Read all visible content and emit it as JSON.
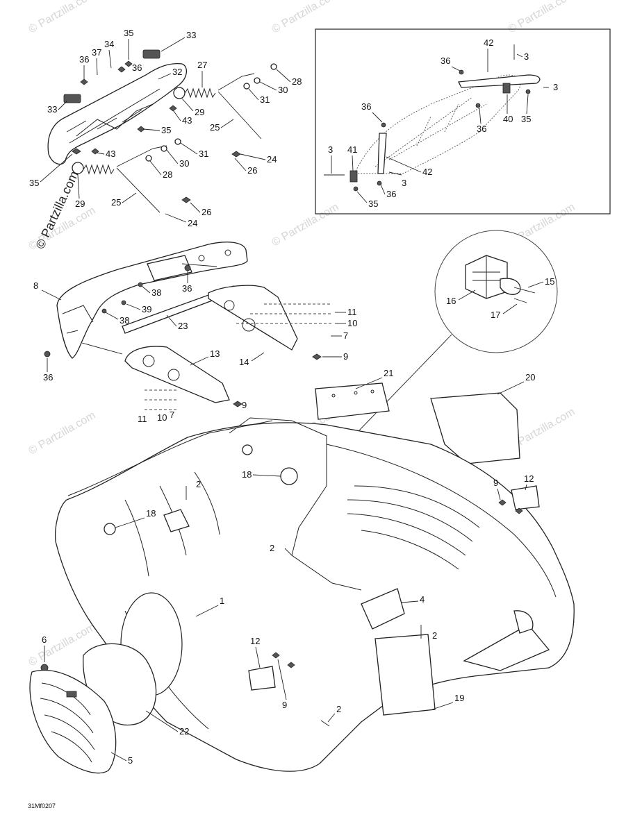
{
  "watermark": {
    "text": "© Partzilla.com",
    "vertical_text": "© Partzilla.com"
  },
  "diagram_code": "31Mf0207",
  "callouts": {
    "c1": "1",
    "c2a": "2",
    "c2b": "2",
    "c2c": "2",
    "c2d": "2",
    "c3a": "3",
    "c3b": "3",
    "c3c": "3",
    "c3d": "3",
    "c4": "4",
    "c5": "5",
    "c6": "6",
    "c7a": "7",
    "c7b": "7",
    "c8": "8",
    "c9a": "9",
    "c9b": "9",
    "c9c": "9",
    "c9d": "9",
    "c10a": "10",
    "c10b": "10",
    "c11a": "11",
    "c11b": "11",
    "c12a": "12",
    "c12b": "12",
    "c13": "13",
    "c14": "14",
    "c15": "15",
    "c16": "16",
    "c17": "17",
    "c18a": "18",
    "c18b": "18",
    "c19": "19",
    "c20": "20",
    "c21": "21",
    "c22": "22",
    "c23": "23",
    "c24a": "24",
    "c24b": "24",
    "c25a": "25",
    "c25b": "25",
    "c26a": "26",
    "c26b": "26",
    "c27": "27",
    "c28a": "28",
    "c28b": "28",
    "c29a": "29",
    "c29b": "29",
    "c30a": "30",
    "c30b": "30",
    "c31a": "31",
    "c31b": "31",
    "c32": "32",
    "c33a": "33",
    "c33b": "33",
    "c34": "34",
    "c35a": "35",
    "c35b": "35",
    "c35c": "35",
    "c35d": "35",
    "c35e": "35",
    "c36a": "36",
    "c36b": "36",
    "c36c": "36",
    "c36d": "36",
    "c36e": "36",
    "c36f": "36",
    "c36g": "36",
    "c36h": "36",
    "c37": "37",
    "c38a": "38",
    "c38b": "38",
    "c39": "39",
    "c40": "40",
    "c41": "41",
    "c42a": "42",
    "c42b": "42",
    "c43a": "43",
    "c43b": "43"
  }
}
